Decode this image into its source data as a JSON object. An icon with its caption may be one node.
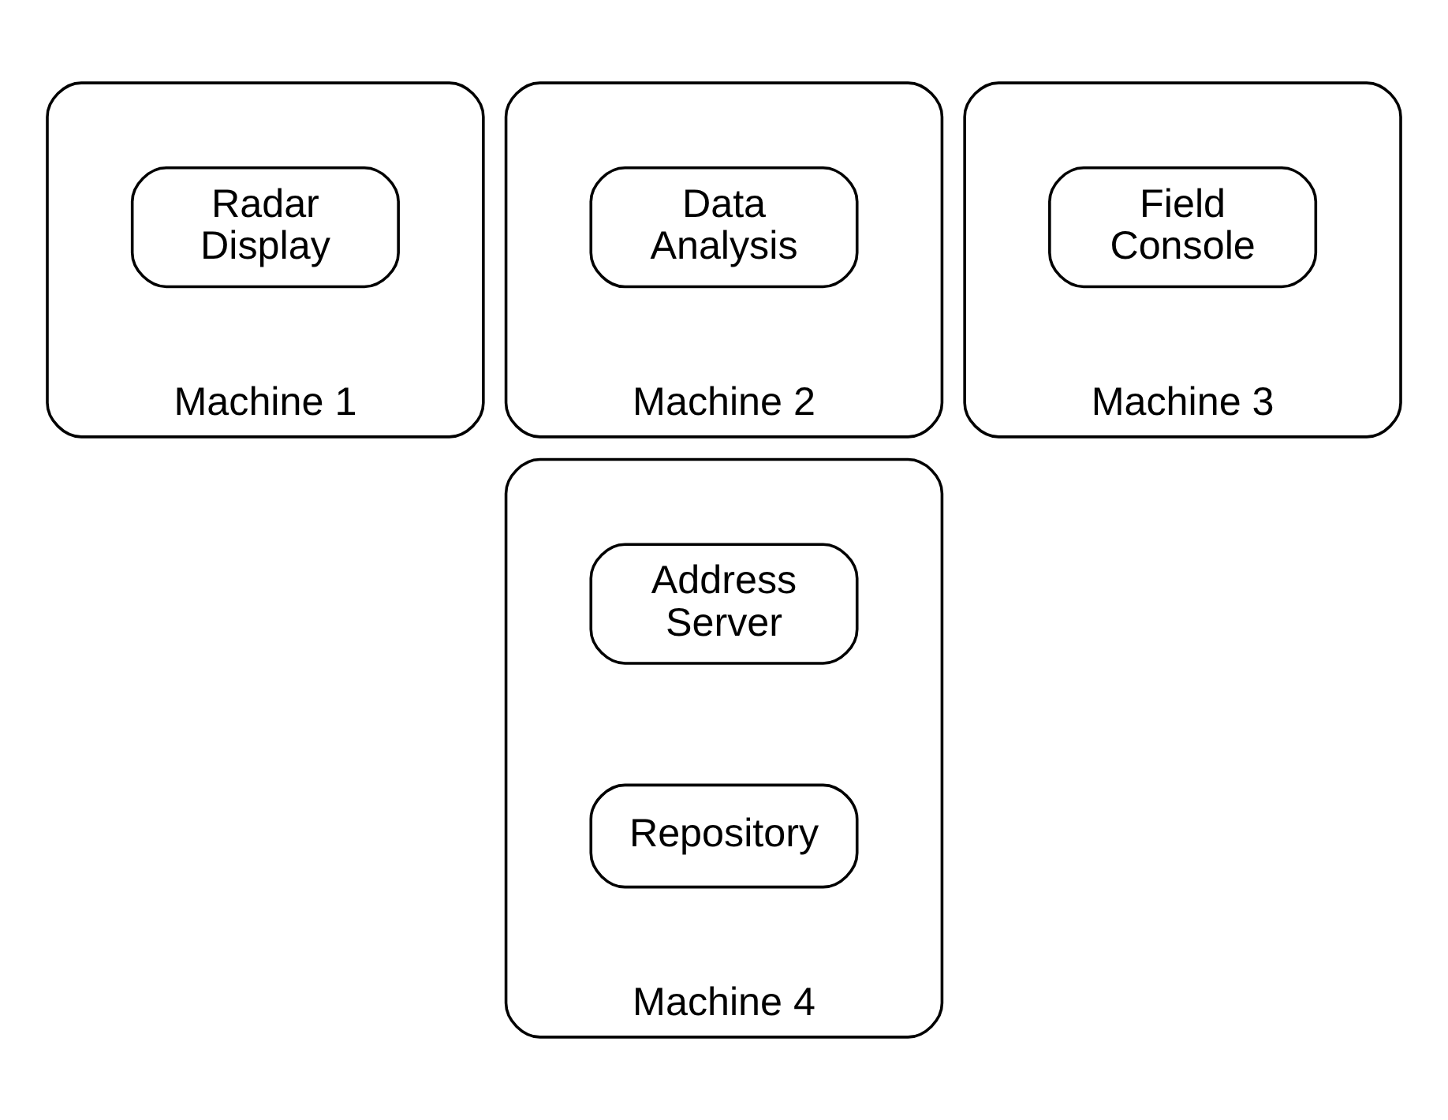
{
  "diagram": {
    "nodes": [
      {
        "text": [
          "Machine 1"
        ]
      },
      {
        "text": [
          "Radar Display"
        ],
        "in": 0
      },
      {
        "text": [
          "Machine 2"
        ]
      },
      {
        "text": [
          "Data Analysis"
        ],
        "in": 2
      },
      {
        "text": [
          "Machine 3"
        ]
      },
      {
        "text": [
          "Field Console"
        ],
        "in": 4
      },
      {
        "text": [
          "Machine 4"
        ]
      },
      {
        "text": [
          "Address Server"
        ],
        "in": 6
      },
      {
        "text": [
          "Repository"
        ],
        "in": 6
      }
    ]
  }
}
